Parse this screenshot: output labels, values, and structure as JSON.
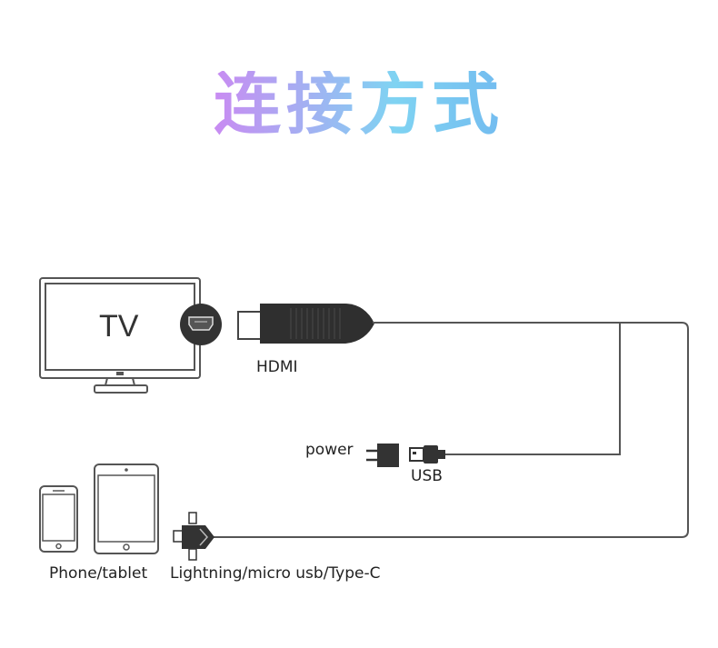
{
  "title": "连接方式",
  "labels": {
    "tv": "TV",
    "hdmi": "HDMI",
    "power": "power",
    "usb": "USB",
    "phone_tablet": "Phone/tablet",
    "connectors": "Lightning/micro usb/Type-C"
  },
  "colors": {
    "title_gradient": [
      "#f07ac9",
      "#c88cf2",
      "#7fd3f2",
      "#3b70e4"
    ],
    "device_body": "#333333",
    "line": "#555555"
  }
}
